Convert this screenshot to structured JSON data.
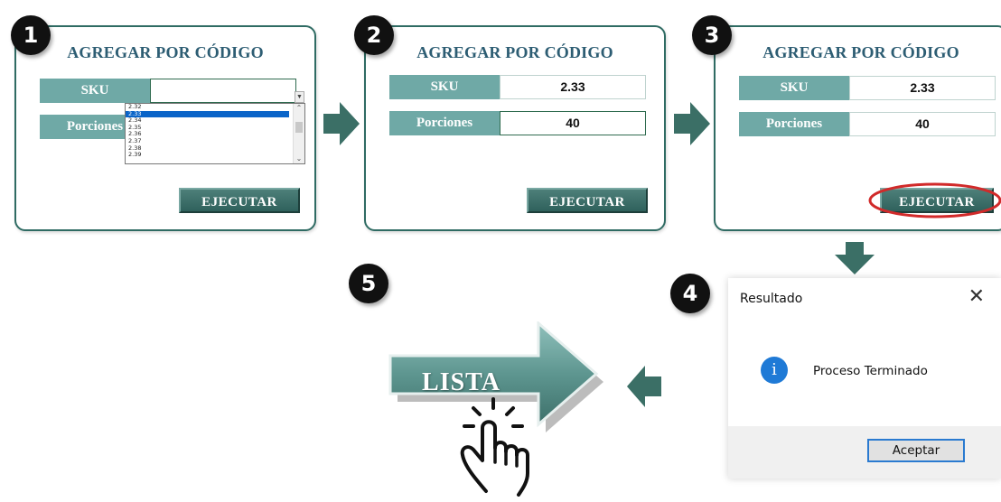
{
  "panel_title": "AGREGAR POR CÓDIGO",
  "labels": {
    "sku": "SKU",
    "porciones": "Porciones"
  },
  "execute_label": "EJECUTAR",
  "steps": [
    "1",
    "2",
    "3",
    "4",
    "5"
  ],
  "step1": {
    "sku_value": "",
    "dropdown_options": [
      "2.32",
      "2.33",
      "2.34",
      "2.35",
      "2.36",
      "2.37",
      "2.38",
      "2.39"
    ],
    "selected_option": "2.33"
  },
  "step2": {
    "sku_value": "2.33",
    "porciones_value": "40"
  },
  "step3": {
    "sku_value": "2.33",
    "porciones_value": "40"
  },
  "dialog": {
    "title": "Resultado",
    "close_glyph": "✕",
    "icon_glyph": "i",
    "message": "Proceso Terminado",
    "ok_label": "Aceptar"
  },
  "lista_label": "LISTA",
  "colors": {
    "panel_border": "#2f6b63",
    "label_fill": "#6fa9a6",
    "title_text": "#2d5d73",
    "button_fill": "#3a6d68",
    "arrow_fill": "#3b6f66",
    "highlight_ellipse": "#d12a2a",
    "info_icon": "#1f7ad6"
  },
  "icons": [
    "step-number-badge",
    "flow-arrow-right",
    "flow-arrow-down",
    "flow-arrow-left",
    "info-icon",
    "close-icon",
    "hand-pointer-icon",
    "big-arrow-icon"
  ]
}
